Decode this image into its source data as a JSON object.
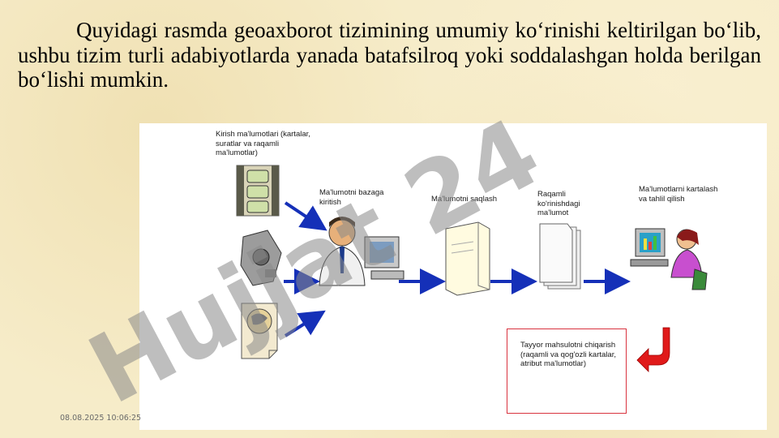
{
  "paragraph": "Quyidagi rasmda geoaxborot tizimining umumiy ko‘rinishi keltirilgan bo‘lib, ushbu tizim turli adabiyotlarda yanada batafsilroq yoki soddalashgan holda berilgan bo‘lishi mumkin.",
  "figure": {
    "input_label": "Kirish ma'lumotlari (kartalar, suratlar va raqamli ma'lumotlar)",
    "entry_label": "Ma'lumotni bazaga kiritish",
    "storage_label": "Ma'lumotni saqlash",
    "digital_label": "Raqamli ko'rinishdagi ma'lumot",
    "analysis_label": "Ma'lumotlarni kartalash va tahlil qilish",
    "output_label": "Tayyor mahsulotni chiqarish (raqamli va qog'ozli kartalar, atribut ma'lumotlar)",
    "arrow_color": "#1530b8",
    "return_arrow_color": "#e01a1a"
  },
  "watermark": "Hujjat 24",
  "timestamp": "08.08.2025 10:06:25"
}
